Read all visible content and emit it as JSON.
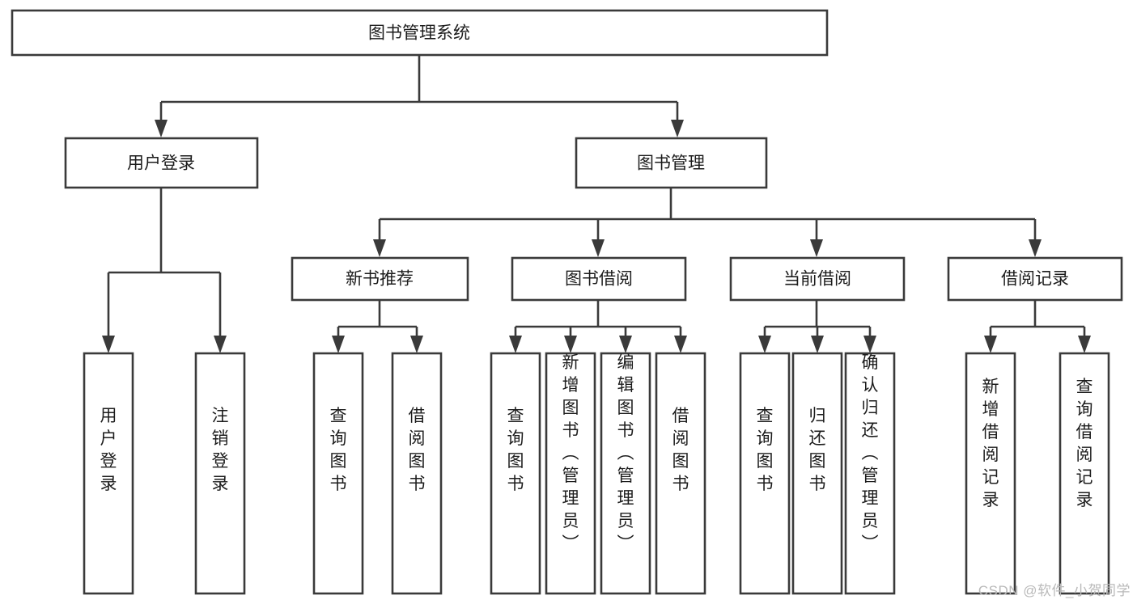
{
  "diagram": {
    "type": "tree",
    "title": "图书管理系统",
    "background_color": "#ffffff",
    "line_color": "#3a3a3a",
    "text_color": "#1c1c1c",
    "root": {
      "label": "图书管理系统"
    },
    "level1": [
      {
        "label": "用户登录"
      },
      {
        "label": "图书管理"
      }
    ],
    "level2": [
      {
        "label": "新书推荐"
      },
      {
        "label": "图书借阅"
      },
      {
        "label": "当前借阅"
      },
      {
        "label": "借阅记录"
      }
    ],
    "leaves": {
      "user_login": [
        {
          "label": "用户登录"
        },
        {
          "label": "注销登录"
        }
      ],
      "new_book_recommend": [
        {
          "label": "查询图书"
        },
        {
          "label": "借阅图书"
        }
      ],
      "book_borrow": [
        {
          "label": "查询图书"
        },
        {
          "label": "新增图书（管理员）"
        },
        {
          "label": "编辑图书（管理员）"
        },
        {
          "label": "借阅图书"
        }
      ],
      "current_borrow": [
        {
          "label": "查询图书"
        },
        {
          "label": "归还图书"
        },
        {
          "label": "确认归还（管理员）"
        }
      ],
      "borrow_record": [
        {
          "label": "新增借阅记录"
        },
        {
          "label": "查询借阅记录"
        }
      ]
    }
  },
  "watermark": {
    "text": "CSDN @软件_小贺同学"
  }
}
